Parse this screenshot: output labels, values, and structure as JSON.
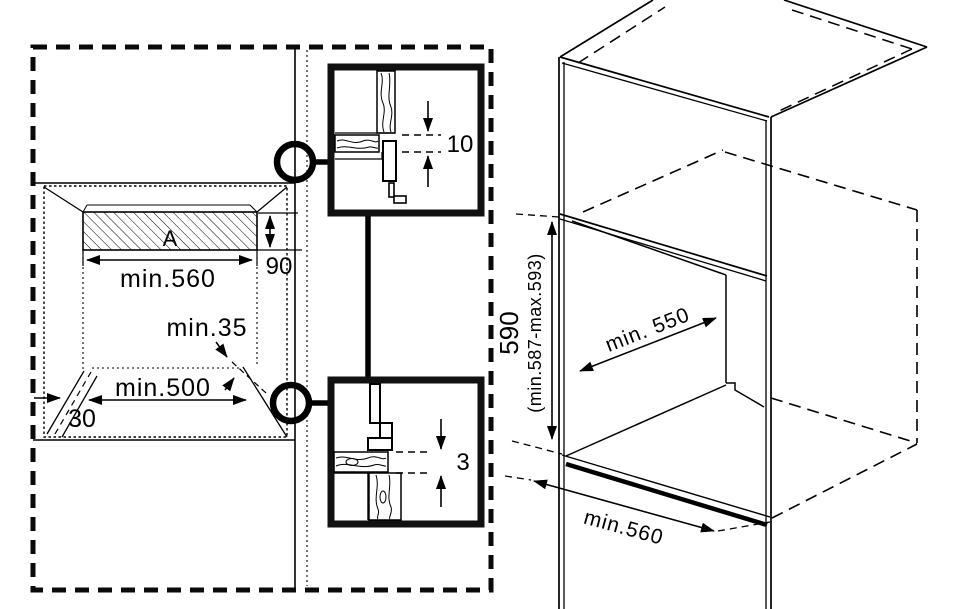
{
  "panel_front": {
    "area_label": "A",
    "dim_width_top": "min.560",
    "dim_strip_height": "90",
    "dim_corner_clearance": "min.35",
    "dim_width_bottom": "min.500",
    "dim_plinth_offset": "30"
  },
  "detail_top": {
    "dim_gap": "10"
  },
  "detail_bottom": {
    "dim_gap": "3"
  },
  "iso_view": {
    "dim_niche_height": "590",
    "dim_niche_height_range": "(min.587-max.593)",
    "dim_depth": "min. 550",
    "dim_width": "min.560"
  },
  "colors": {
    "line": "#000000",
    "paper": "#ffffff"
  }
}
